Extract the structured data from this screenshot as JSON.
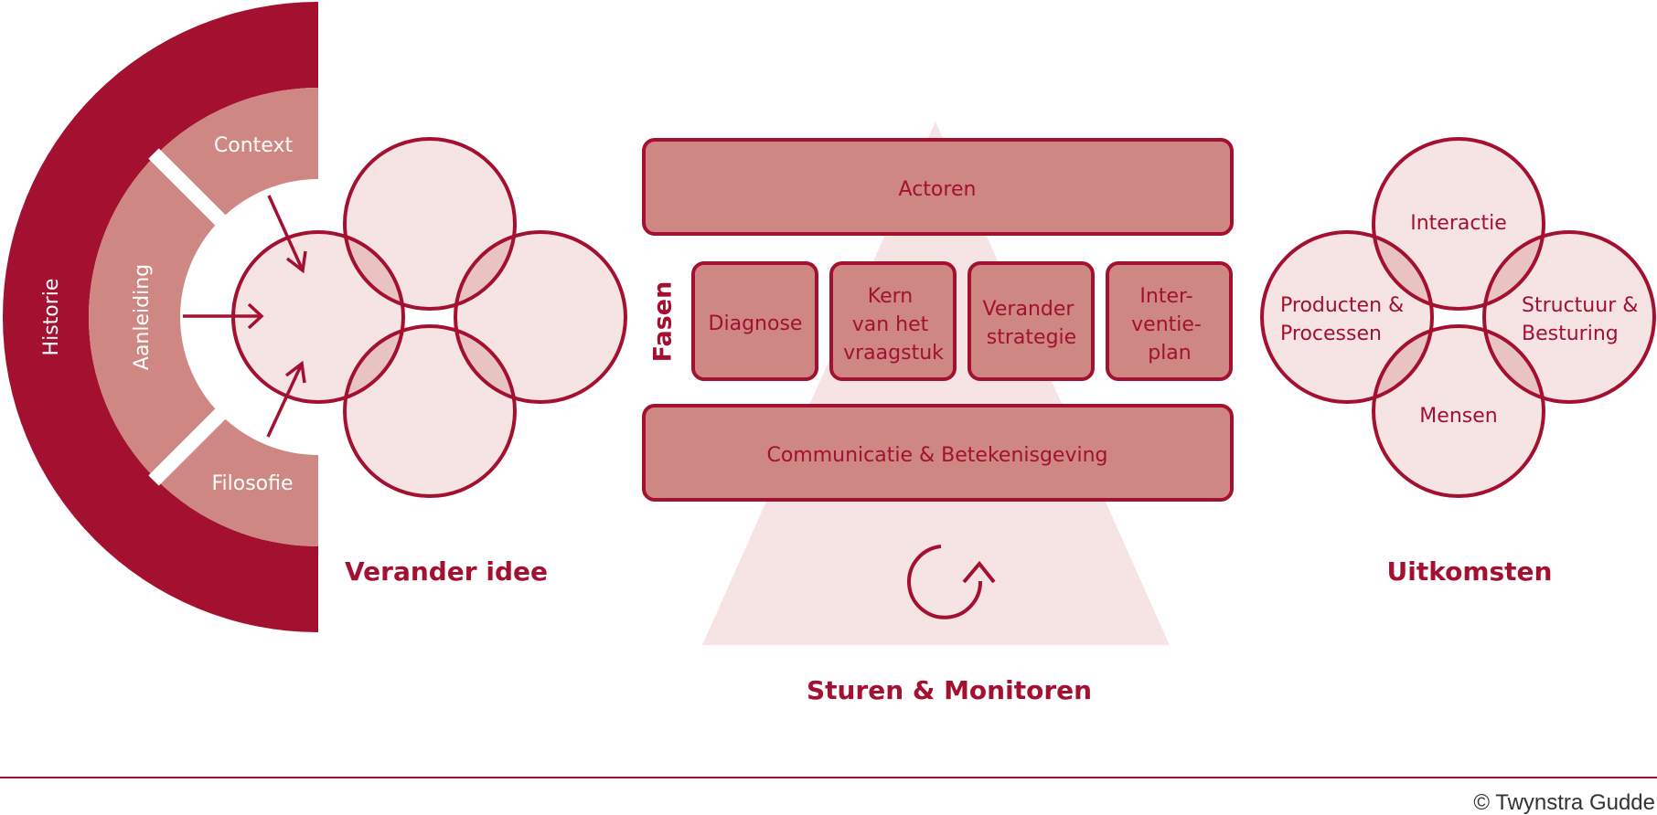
{
  "colors": {
    "dark": "#a31030",
    "mid": "#ce8783",
    "light": "#f5e4e3",
    "white": "#ffffff"
  },
  "left": {
    "historie": "Historie",
    "aanleiding": "Aanleiding",
    "context": "Context",
    "filosofie": "Filosofie",
    "title": "Verander idee"
  },
  "center": {
    "actoren": "Actoren",
    "fasen": "Fasen",
    "phases": [
      [
        "Diagnose"
      ],
      [
        "Kern",
        "van het",
        "vraagstuk"
      ],
      [
        "Verander",
        "strategie"
      ],
      [
        "Inter-",
        "ventie-",
        "plan"
      ]
    ],
    "communicatie": "Communicatie & Betekenisgeving",
    "title": "Sturen & Monitoren",
    "cycle_icon": "cycle-arrow-icon"
  },
  "right": {
    "interactie": "Interactie",
    "producten": [
      "Producten &",
      "Processen"
    ],
    "structuur": [
      "Structuur &",
      "Besturing"
    ],
    "mensen": "Mensen",
    "title": "Uitkomsten"
  },
  "footer": {
    "copyright": "© Twynstra Gudde"
  }
}
